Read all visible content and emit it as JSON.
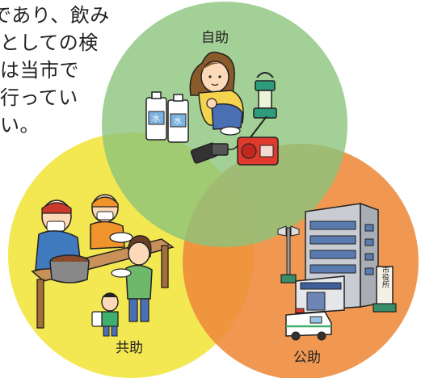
{
  "background_text": {
    "lines": [
      "であり、飲み",
      "としての検",
      "は当市で",
      "行ってい",
      "い。"
    ]
  },
  "circles": {
    "self_help": {
      "label": "自助",
      "color": "#8CC47C"
    },
    "mutual_help": {
      "label": "共助",
      "color": "#F2E545"
    },
    "public_help": {
      "label": "公助",
      "color": "#EE8A3A"
    }
  },
  "illustration": {
    "water_bottle_label": "水",
    "city_hall_sign": "市役所"
  }
}
